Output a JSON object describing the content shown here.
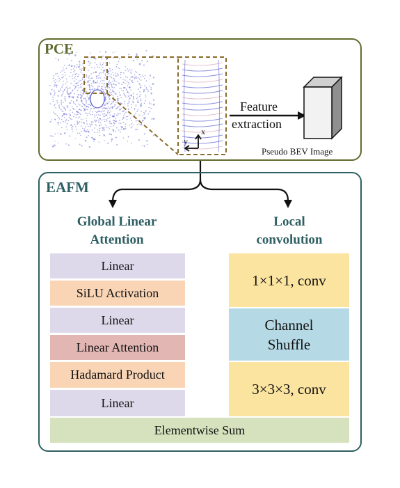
{
  "pce": {
    "title": "PCE",
    "feature_label": [
      "Feature",
      "extraction"
    ],
    "output_label": "Pseudo BEV Image",
    "axis_x": "x",
    "axis_y": "y"
  },
  "eafm": {
    "title": "EAFM",
    "left_branch": {
      "title": [
        "Global Linear",
        "Attention"
      ],
      "blocks": [
        {
          "label": "Linear",
          "color": "#ddd9ea"
        },
        {
          "label": "SiLU Activation",
          "color": "#f9d5b6"
        },
        {
          "label": "Linear",
          "color": "#ddd9ea"
        },
        {
          "label": "Linear Attention",
          "color": "#e2b6b3"
        },
        {
          "label": "Hadamard Product",
          "color": "#f9d5b6"
        },
        {
          "label": "Linear",
          "color": "#ddd9ea"
        }
      ]
    },
    "right_branch": {
      "title": [
        "Local",
        "convolution"
      ],
      "blocks": [
        {
          "label": "1×1×1, conv",
          "color": "#fbe4a0"
        },
        {
          "label": [
            "Channel",
            "Shuffle"
          ],
          "color": "#b6dae5"
        },
        {
          "label": "3×3×3, conv",
          "color": "#fbe4a0"
        }
      ]
    },
    "sum_block": {
      "label": "Elementwise Sum",
      "color": "#d5e2bd"
    }
  },
  "colors": {
    "pce_border": "#5f6b2e",
    "eafm_border": "#2f5f63",
    "zoom_box": "#8a6a2a",
    "points": "#5a5fd0"
  }
}
